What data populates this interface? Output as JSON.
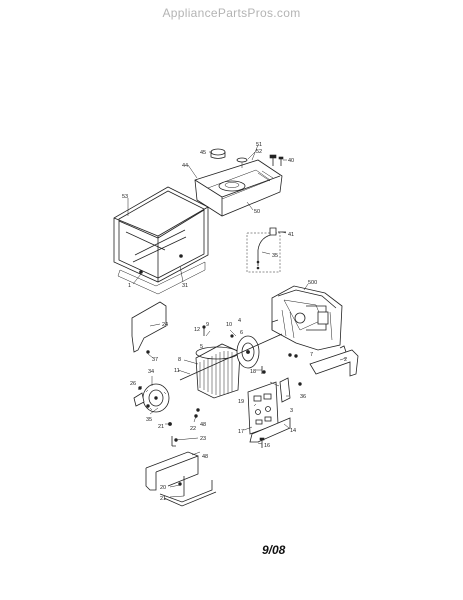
{
  "watermark": "AppliancePartsPros.com",
  "date_code": "9/08",
  "part_labels": {
    "p1": "1",
    "p2": "2",
    "p3": "3",
    "p4": "4",
    "p5": "5",
    "p6": "6",
    "p7": "7",
    "p8": "8",
    "p9": "9",
    "p10": "10",
    "p11": "11",
    "p12": "12",
    "p14": "14",
    "p16": "16",
    "p17": "17",
    "p18": "18",
    "p19": "19",
    "p20": "20",
    "p21a": "21",
    "p21b": "21",
    "p22": "22",
    "p23": "23",
    "p24": "24",
    "p26": "26",
    "p31": "31",
    "p34": "34",
    "p35": "35",
    "p36": "36",
    "p37": "37",
    "p40": "40",
    "p41": "41",
    "p44": "44",
    "p45": "45",
    "p48a": "48",
    "p48b": "48",
    "p50": "50",
    "p51": "51",
    "p52": "52",
    "p53": "53",
    "p500": "500"
  }
}
